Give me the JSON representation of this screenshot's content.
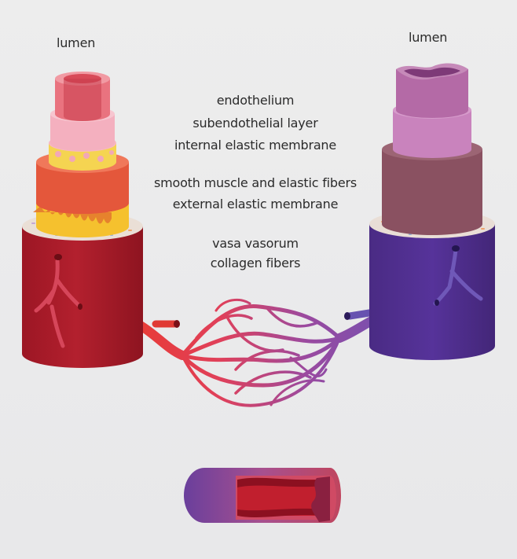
{
  "diagram": {
    "left_vessel": {
      "label": "lumen"
    },
    "right_vessel": {
      "label": "lumen"
    },
    "layers": [
      "endothelium",
      "subendothelial layer",
      "internal elastic membrane",
      "smooth muscle and elastic fibers",
      "external elastic membrane",
      "vasa vasorum",
      "collagen fibers"
    ],
    "colors": {
      "artery_adventitia": "#a71d2a",
      "artery_muscle": "#e4573b",
      "elastic_yellow": "#f5c12e",
      "intima_pink": "#f2a8b6",
      "vein_adventitia": "#4f2f8a",
      "vein_muscle": "#8a5161",
      "vein_intima": "#c983bd",
      "capillary_red": "#e53935",
      "capillary_blue": "#6a4fb0"
    }
  }
}
